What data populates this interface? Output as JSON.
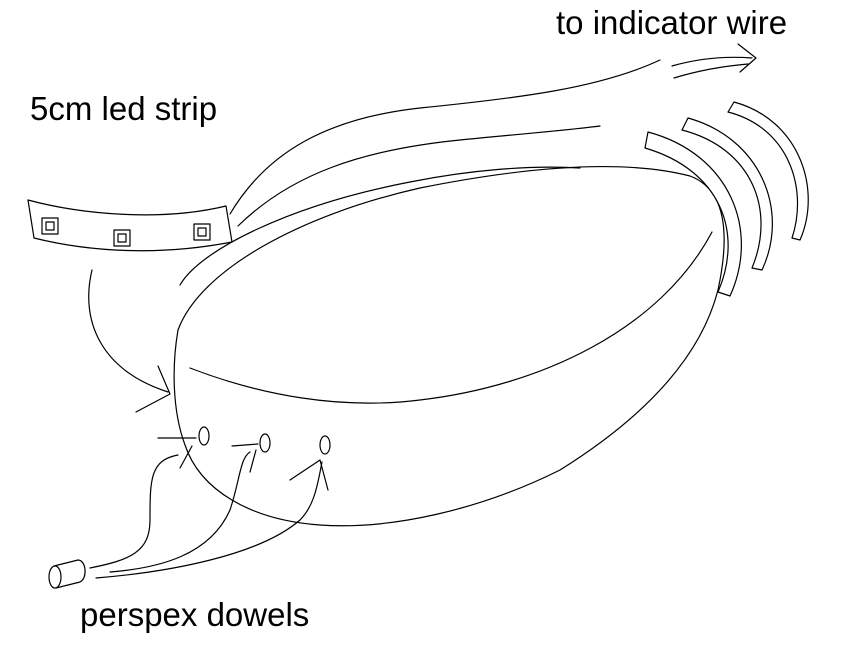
{
  "labels": {
    "indicator_wire": "to indicator wire",
    "led_strip": "5cm led strip",
    "perspex_dowels": "perspex dowels"
  },
  "colors": {
    "ink": "#000000",
    "paper": "#ffffff"
  }
}
